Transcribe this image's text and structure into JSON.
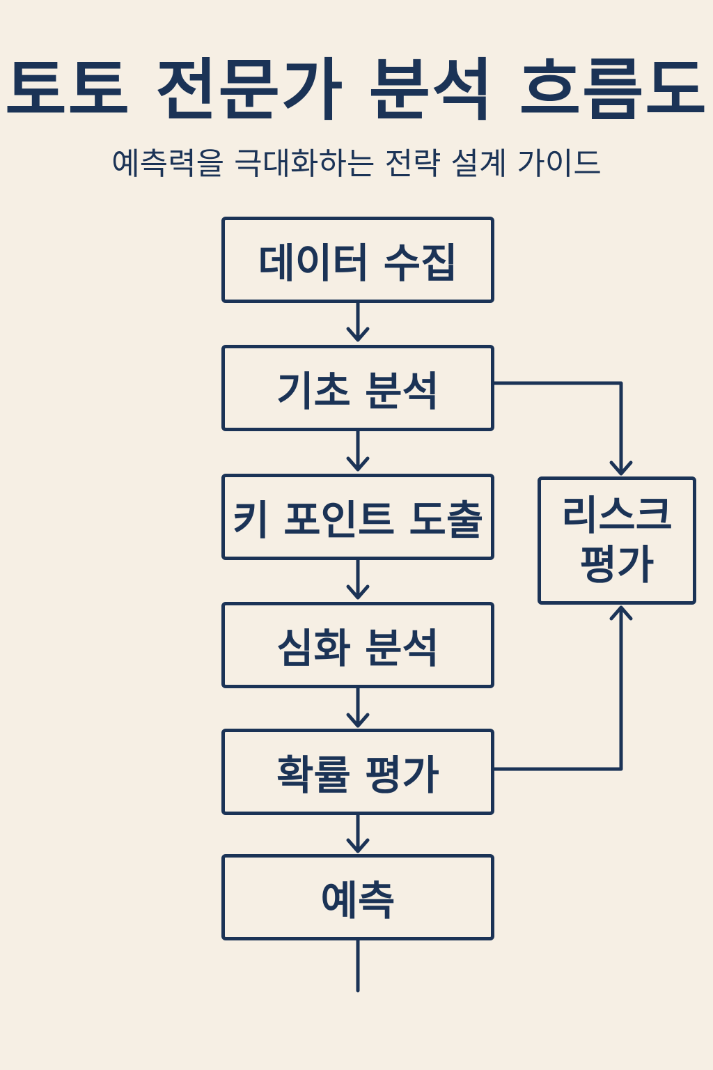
{
  "title": "토토 전문가 분석 흐름도",
  "subtitle": "예측력을 극대화하는 전략 설계 가이드",
  "steps": [
    "데이터 수집",
    "기초 분석",
    "키 포인트 도출",
    "심화 분석",
    "확률 평가",
    "예측"
  ],
  "side_box": {
    "line1": "리스크",
    "line2": "평가"
  },
  "colors": {
    "background": "#f6efe4",
    "ink": "#1b3356"
  }
}
